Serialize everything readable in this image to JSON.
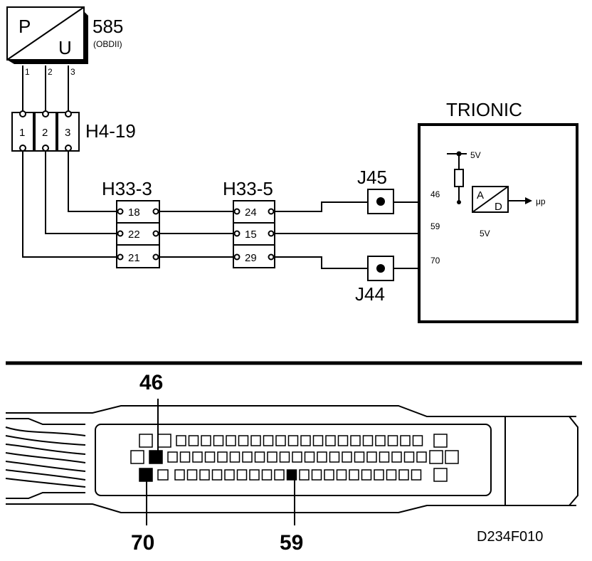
{
  "sensor": {
    "id": "585",
    "sub": "(OBDII)",
    "p_label": "P",
    "u_label": "U",
    "pins": [
      "1",
      "2",
      "3"
    ]
  },
  "h4": {
    "label": "H4-19",
    "pins": [
      "1",
      "2",
      "3"
    ]
  },
  "h33_3": {
    "label": "H33-3",
    "pins": [
      "18",
      "22",
      "21"
    ]
  },
  "h33_5": {
    "label": "H33-5",
    "pins": [
      "24",
      "15",
      "29"
    ]
  },
  "j45": {
    "label": "J45"
  },
  "j44": {
    "label": "J44"
  },
  "ecu": {
    "title": "TRIONIC",
    "vref_label": "5V",
    "pin_46": "46",
    "pin_59": "59",
    "pin_70": "70",
    "out_5v": "5V",
    "adc_a": "A",
    "adc_d": "D",
    "mu_p": "μp"
  },
  "connector": {
    "callout_46": "46",
    "callout_70": "70",
    "callout_59": "59"
  },
  "figure_code": "D234F010"
}
